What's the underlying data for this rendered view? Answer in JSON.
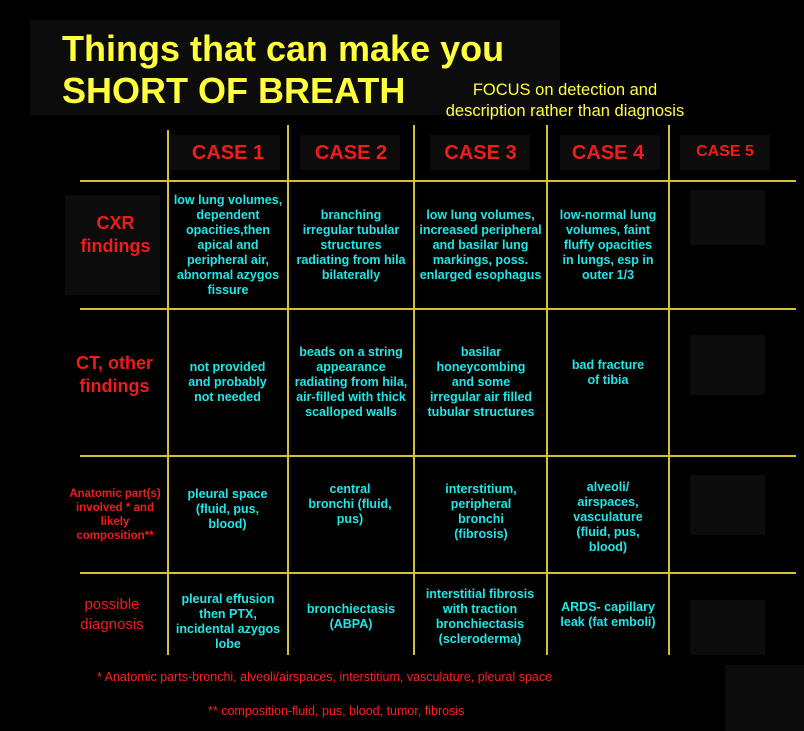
{
  "title_line1": "Things that can make you",
  "title_line2": "SHORT OF BREATH",
  "subtitle": "FOCUS on detection and description rather than diagnosis",
  "cases": [
    "CASE 1",
    "CASE 2",
    "CASE 3",
    "CASE 4",
    "CASE 5"
  ],
  "rows": [
    {
      "label": "CXR findings",
      "cells": [
        "low lung volumes, dependent opacities,then apical and peripheral air, abnormal azygos fissure",
        "branching irregular tubular structures radiating from hila bilaterally",
        "low lung volumes, increased peripheral and basilar lung markings, poss. enlarged esophagus",
        "low-normal lung volumes, faint fluffy opacities in lungs, esp in outer 1/3",
        ""
      ]
    },
    {
      "label": "CT, other findings",
      "cells": [
        "not provided and probably not needed",
        "beads on a string appearance radiating from hila, air-filled with thick scalloped walls",
        "basilar honeycombing and some irregular air filled tubular structures",
        "bad fracture of tibia",
        ""
      ]
    },
    {
      "label": "Anatomic part(s) involved * and likely composition**",
      "cells": [
        "pleural space (fluid, pus, blood)",
        "central bronchi (fluid, pus)",
        "interstitium, peripheral bronchi (fibrosis)",
        "alveoli/ airspaces, vasculature (fluid, pus, blood)",
        ""
      ]
    },
    {
      "label": "possible diagnosis",
      "cells": [
        "pleural effusion then PTX, incidental azygos lobe",
        "bronchiectasis (ABPA)",
        "interstitial fibrosis with traction bronchiectasis (scleroderma)",
        "ARDS- capillary leak (fat emboli)",
        ""
      ]
    }
  ],
  "footnote1": "* Anatomic parts-bronchi, alveoli/airspaces, interstitium, vasculature, pleural space",
  "footnote2": "** composition-fluid, pus, blood, tumor, fibrosis",
  "colors": {
    "background": "#000000",
    "title": "#ffff3b",
    "grid": "#d4c233",
    "header": "#f01c1c",
    "cell_text": "#22e6e6"
  }
}
